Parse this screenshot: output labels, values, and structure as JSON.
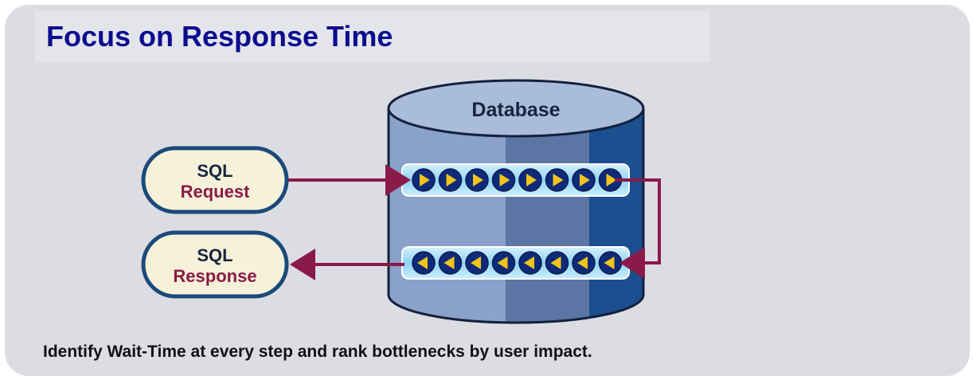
{
  "title": "Focus on Response Time",
  "database": {
    "label": "Database"
  },
  "request_box": {
    "line1": "SQL",
    "line2": "Request"
  },
  "response_box": {
    "line1": "SQL",
    "line2": "Response"
  },
  "pipeline": {
    "forward_steps": 8,
    "return_steps": 8
  },
  "caption": "Identify Wait-Time at every step and rank bottlenecks by user impact.",
  "colors": {
    "title": "#0b0b8f",
    "arrow": "#8a1a48",
    "step_fill": "#0f2a78",
    "step_arrow": "#f2c419",
    "database_top": "#a9bcd9",
    "database_side_light": "#8aa1c9",
    "database_side_mid": "#5b76a5",
    "database_side_dark": "#1b4f8f"
  }
}
